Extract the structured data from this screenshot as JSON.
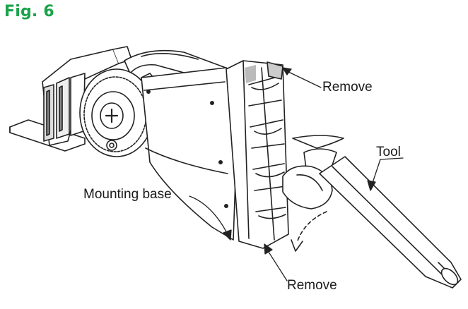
{
  "figure": {
    "title": "Fig. 6",
    "title_color": "#1aa34a"
  },
  "labels": {
    "remove_top": "Remove",
    "tool": "Tool",
    "mounting_base": "Mounting base",
    "remove_bottom": "Remove"
  },
  "colors": {
    "line": "#222222",
    "shade": "#9a9a9a",
    "background": "#ffffff"
  }
}
